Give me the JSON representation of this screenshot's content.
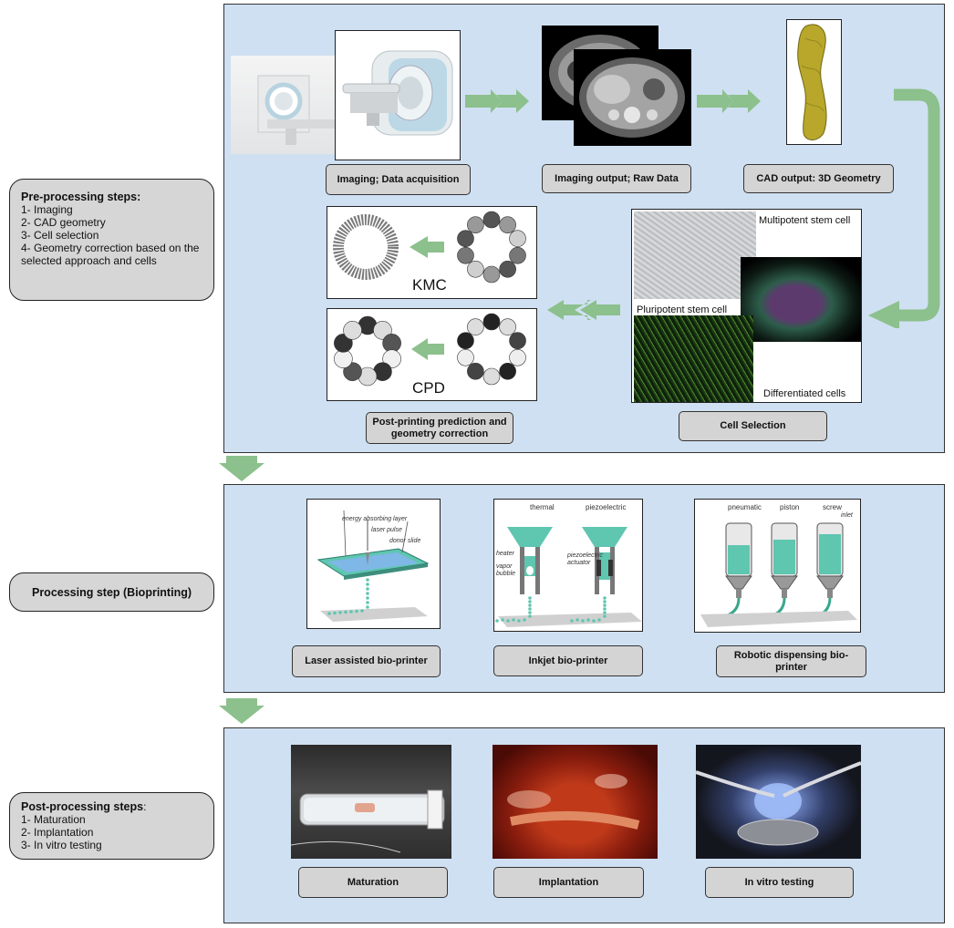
{
  "side": {
    "pre": {
      "title": "Pre-processing steps:",
      "items": [
        "1- Imaging",
        "2- CAD geometry",
        "3- Cell selection",
        "4- Geometry correction based on the selected approach and cells"
      ]
    },
    "processing": {
      "title": "Processing step (Bioprinting)"
    },
    "post": {
      "title": "Post-processing steps",
      "colon": ":",
      "items": [
        "1- Maturation",
        "2- Implantation",
        "3- In vitro testing"
      ]
    }
  },
  "panel1": {
    "labels": {
      "imaging": "Imaging; Data acquisition",
      "raw": "Imaging output;  Raw Data",
      "cad": "CAD output: 3D Geometry",
      "post_printing": "Post-printing prediction and geometry correction",
      "cell_selection": "Cell Selection"
    },
    "kmc": "KMC",
    "cpd": "CPD",
    "cells": {
      "multipotent": "Multipotent stem cell",
      "pluripotent": "Pluripotent stem cell",
      "differentiated": "Differentiated cells"
    }
  },
  "panel2": {
    "labels": {
      "laser": "Laser assisted bio-printer",
      "inkjet": "Inkjet bio-printer",
      "robotic": "Robotic dispensing bio-printer"
    },
    "laser_annotations": {
      "energy": "energy absorbing layer",
      "pulse": "laser pulse",
      "donor": "donor slide"
    },
    "inkjet_annotations": {
      "thermal": "thermal",
      "piezo": "piezoelectric",
      "heater": "heater",
      "vapor": "vapor bubble",
      "actuator": "piezoelectric actuator"
    },
    "robotic_annotations": {
      "pneumatic": "pneumatic",
      "piston": "piston",
      "screw": "screw",
      "inlet": "inlet"
    }
  },
  "panel3": {
    "labels": {
      "maturation": "Maturation",
      "implantation": "Implantation",
      "invitro": "In vitro testing"
    }
  },
  "colors": {
    "panel": "#cfe0f2",
    "arrow": "#8cc08c",
    "label_bg": "#d4d4d4",
    "teal": "#5fc6b0"
  }
}
